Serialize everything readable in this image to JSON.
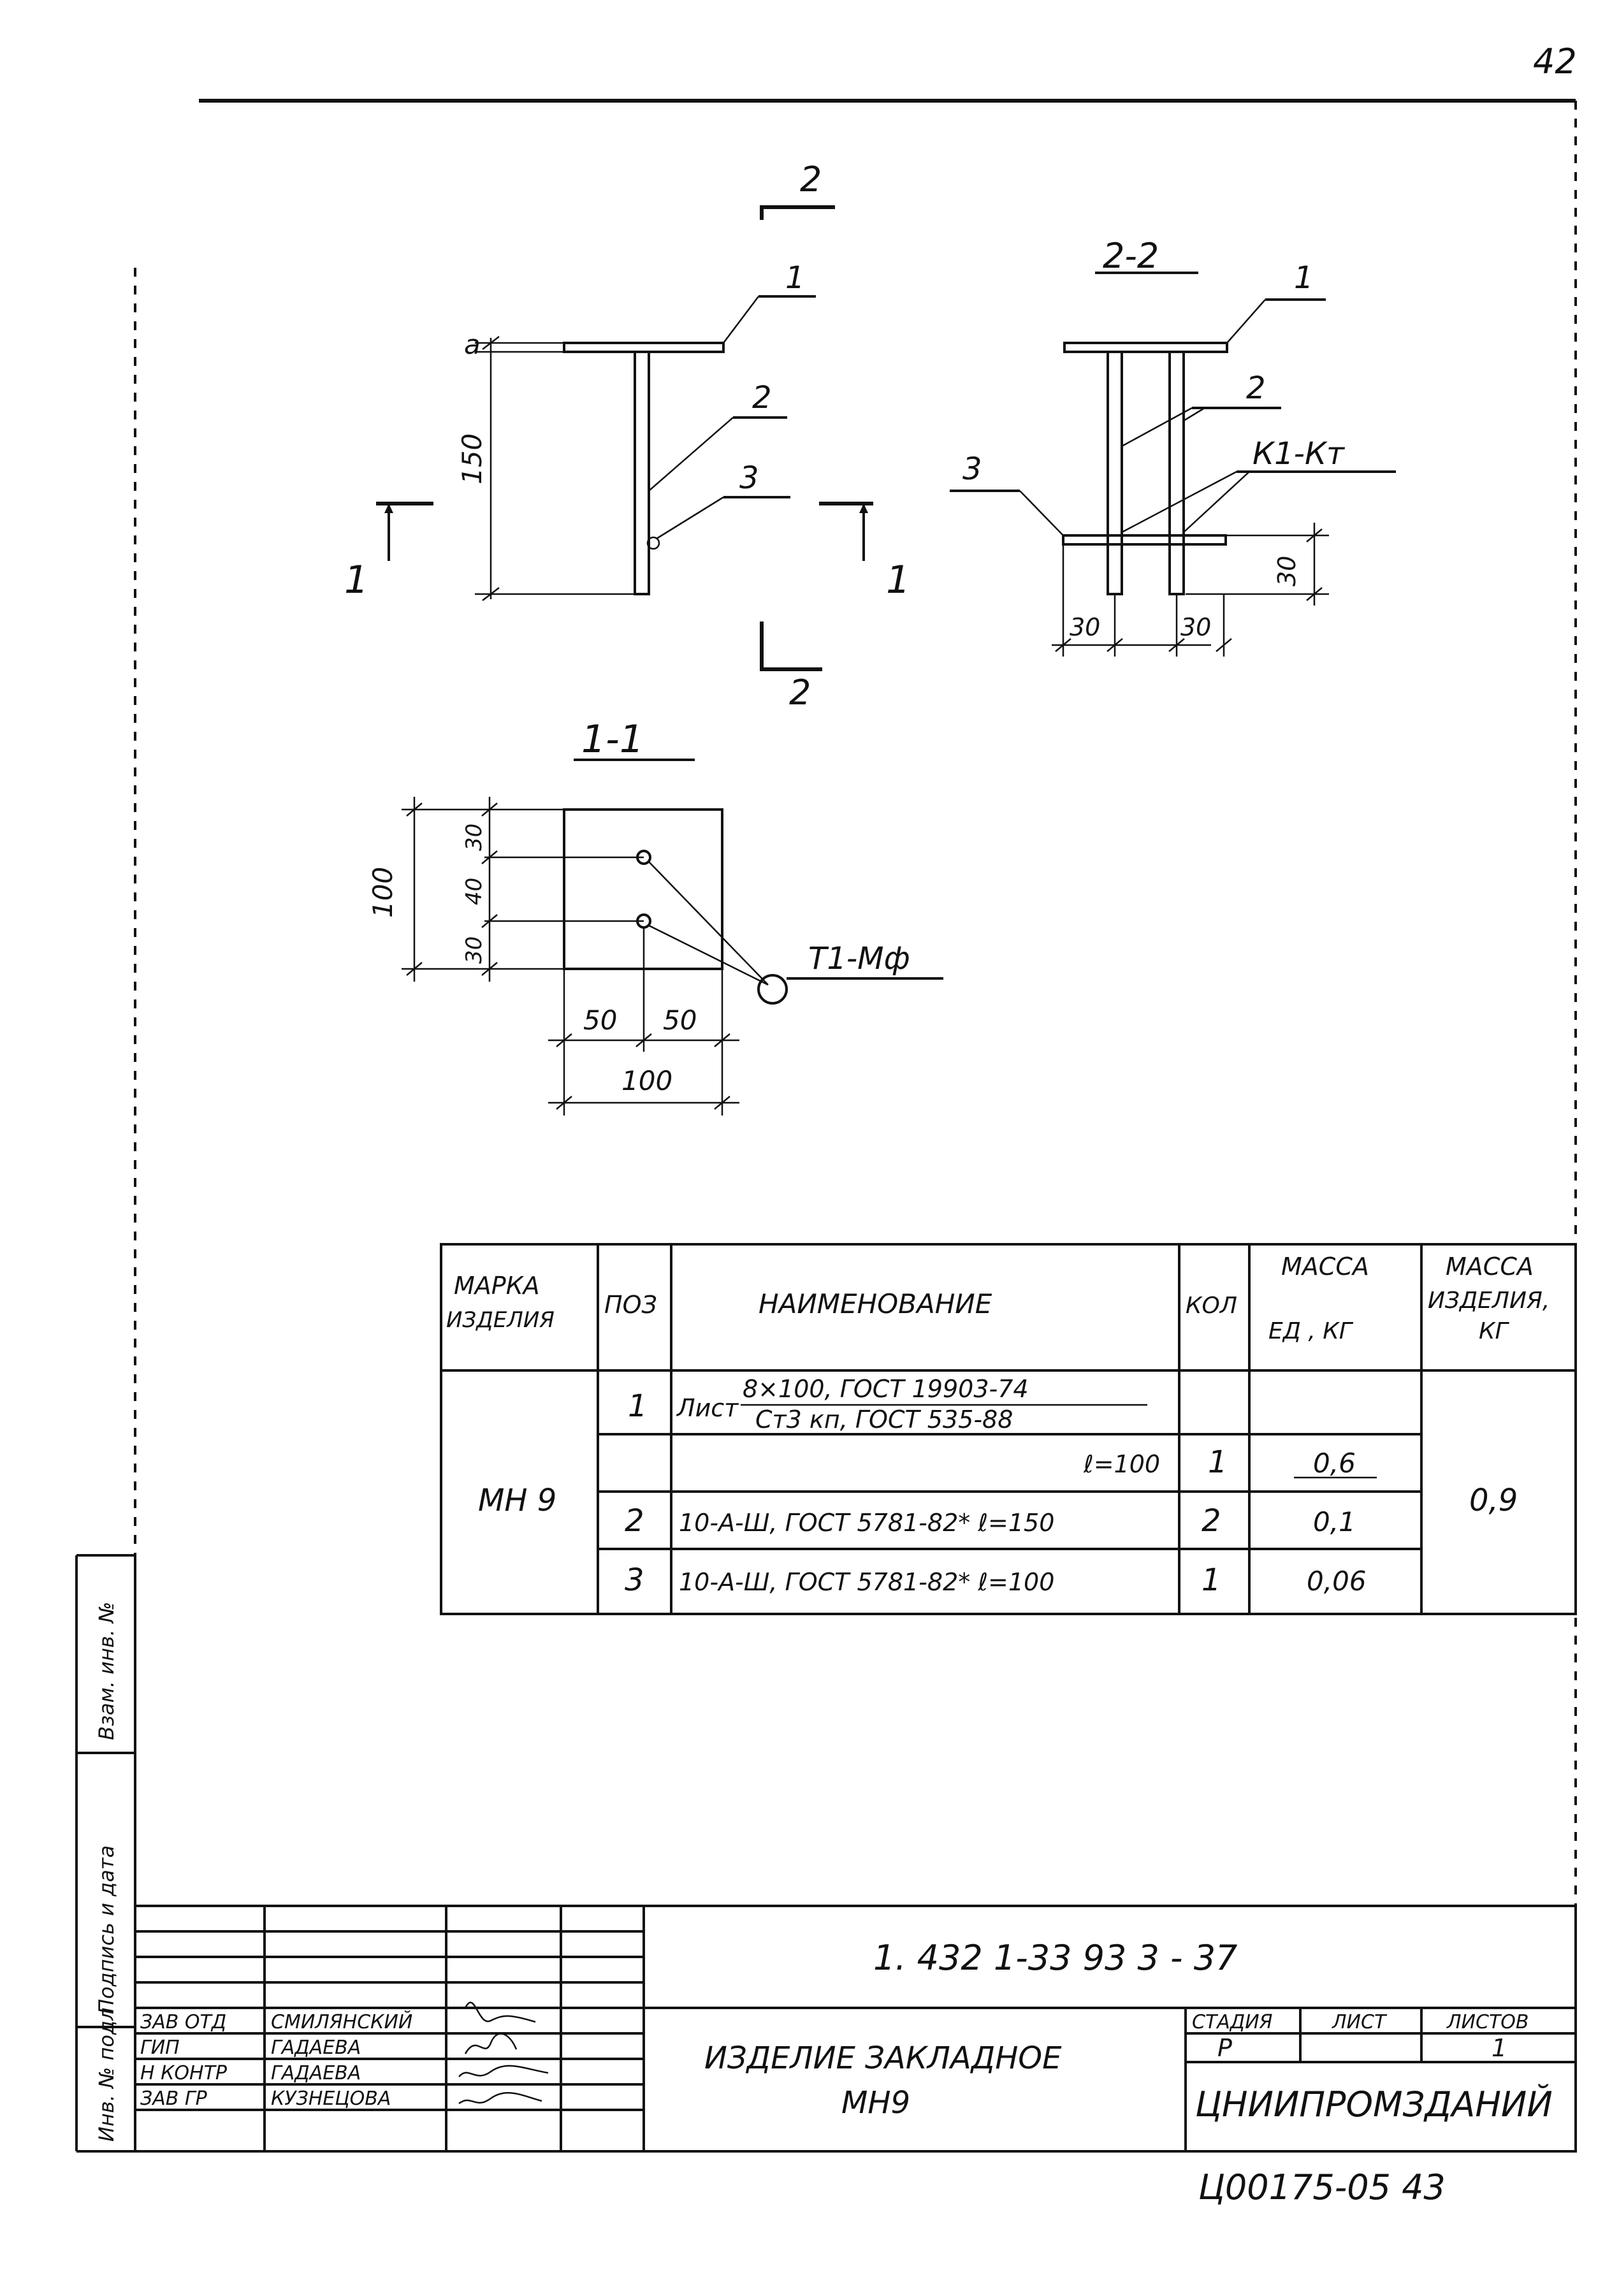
{
  "sheet": {
    "page_number": "42",
    "bottom_number": "Ц00175-05   43"
  },
  "views": {
    "front": {
      "cut_label_top": "2",
      "cut_label_bottom": "2",
      "cut_left": "1",
      "cut_right": "1",
      "dim_a": "a",
      "dim_height": "150",
      "pos1": "1",
      "pos2": "2",
      "pos3": "3"
    },
    "section22": {
      "title": "2-2",
      "pos1": "1",
      "pos2": "2",
      "pos3": "3",
      "weld_label": "К1-Кт",
      "dim_30_right": "30",
      "dim_30_left": "30",
      "dim_30_mid": "30"
    },
    "section11": {
      "title": "1-1",
      "dim_100_v": "100",
      "dim_30_top": "30",
      "dim_40": "40",
      "dim_30_bot": "30",
      "weld_label": "Т1-Мф",
      "dim_50_left": "50",
      "dim_50_right": "50",
      "dim_100_h": "100"
    }
  },
  "spec_table": {
    "headers": {
      "mark": "МАРКА ИЗДЕЛИЯ",
      "pos": "ПОЗ",
      "name": "НАИМЕНОВАНИЕ",
      "qty": "КОЛ",
      "unit_mass_top": "МАССА",
      "unit_mass_bottom": "ЕД , КГ",
      "item_mass_top": "МАССА",
      "item_mass_mid": "ИЗДЕЛИЯ,",
      "item_mass_bottom": "КГ"
    },
    "mark": "МН 9",
    "item_mass": "0,9",
    "rows": [
      {
        "pos": "1",
        "name_prefix": "Лист",
        "name_top": "8×100, ГОСТ 19903-74",
        "name_bottom": "Ст3 кп, ГОСТ 535-88",
        "qty": "",
        "mass": ""
      },
      {
        "pos": "",
        "name": "ℓ=100",
        "qty": "1",
        "mass": "0,6"
      },
      {
        "pos": "2",
        "name": "10-А-Ш, ГОСТ 5781-82* ℓ=150",
        "qty": "2",
        "mass": "0,1"
      },
      {
        "pos": "3",
        "name": "10-А-Ш, ГОСТ 5781-82* ℓ=100",
        "qty": "1",
        "mass": "0,06"
      }
    ]
  },
  "title_block": {
    "doc_code": "1. 432 1-33 93 3 - 37",
    "title_line1": "ИЗДЕЛИЕ ЗАКЛАДНОЕ",
    "title_line2": "МН9",
    "stage_header": "СТАДИЯ",
    "sheet_header": "ЛИСТ",
    "sheets_header": "ЛИСТОВ",
    "stage": "Р",
    "sheet": "",
    "sheets": "1",
    "organization": "ЦНИИПРОМЗДАНИЙ",
    "signers": [
      {
        "role": "ЗАВ ОТД",
        "name": "СМИЛЯНСКИЙ"
      },
      {
        "role": "ГИП",
        "name": "ГАДАЕВА"
      },
      {
        "role": "Н КОНТР",
        "name": "ГАДАЕВА"
      },
      {
        "role": "ЗАВ ГР",
        "name": "КУЗНЕЦОВА"
      }
    ]
  },
  "side_stamp": {
    "inv_no": "Инв. № подл",
    "sign_date": "Подпись и дата",
    "replace_inv": "Взам. инв. №"
  }
}
